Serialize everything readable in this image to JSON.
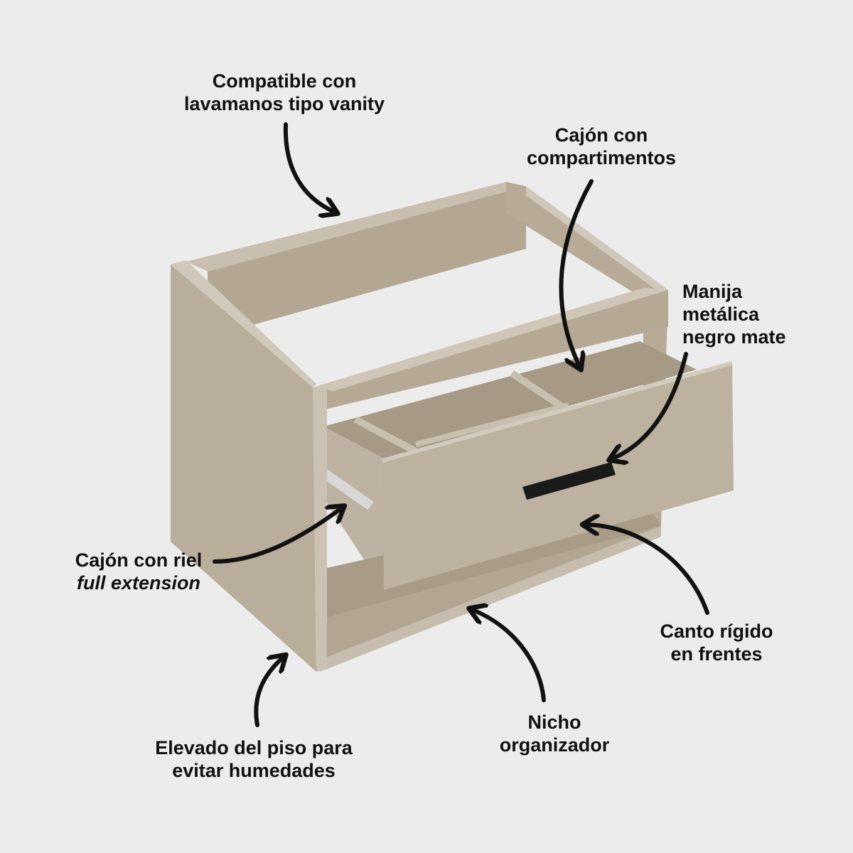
{
  "labels": {
    "vanity": [
      "Compatible con",
      "lavamanos tipo vanity"
    ],
    "compartments": [
      "Cajón con",
      "compartimentos"
    ],
    "handle": [
      "Manija",
      "metálica",
      "negro mate"
    ],
    "rail": [
      "Cajón con riel",
      "full extension"
    ],
    "edge": [
      "Canto rígido",
      "en frentes"
    ],
    "niche": [
      "Nicho",
      "organizador"
    ],
    "elevated": [
      "Elevado del piso para",
      "evitar humedades"
    ]
  },
  "colors": {
    "background": "#ececec",
    "wood": "#b9ad9b",
    "wood_light": "#cbc2b3",
    "wood_dark": "#a3957f",
    "handle": "#1a1a1a",
    "arrow": "#111111"
  }
}
